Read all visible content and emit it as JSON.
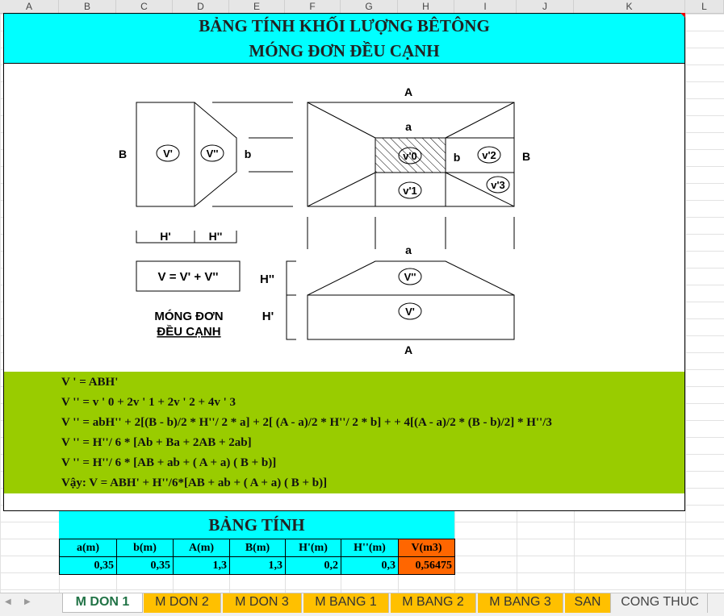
{
  "columns": [
    "A",
    "B",
    "C",
    "D",
    "E",
    "F",
    "G",
    "H",
    "I",
    "J",
    "K",
    "L"
  ],
  "title": {
    "line1": "BẢNG TÍNH KHỐI LƯỢNG BÊTÔNG",
    "line2": "MÓNG ĐƠN ĐỀU CẠNH"
  },
  "diagram": {
    "label_A_top": "A",
    "label_a_top": "a",
    "label_B_left": "B",
    "label_B_right": "B",
    "label_b_left": "b",
    "label_b_mid": "b",
    "label_Vp": "V'",
    "label_Vpp": "V''",
    "label_v0": "v'0",
    "label_v1": "v'1",
    "label_v2": "v'2",
    "label_v3": "v'3",
    "label_Hp": "H'",
    "label_Hpp": "H''",
    "formula_box": "V = V' + V''",
    "label_Hpp_side": "H''",
    "label_Hp_side": "H'",
    "caption_line1": "MÓNG ĐƠN",
    "caption_line2": "ĐỀU CẠNH",
    "label_a_sec": "a",
    "label_Vpp_sec": "V''",
    "label_Vp_sec": "V'",
    "label_A_bottom": "A"
  },
  "formulas": [
    "V ' = ABH'",
    "V '' = v ' 0 + 2v ' 1  + 2v ' 2 + 4v ' 3",
    "V '' = abH'' + 2[(B - b)/2 * H''/ 2 * a]  + 2[ (A - a)/2 * H''/ 2 * b] + + 4[(A - a)/2 * (B - b)/2] * H''/3",
    "V '' =  H''/ 6 * [Ab + Ba + 2AB + 2ab]",
    "V '' =  H''/ 6 * [AB + ab + ( A + a) ( B + b)]",
    "Vậy: V = ABH' + H''/6*[AB + ab + ( A + a) ( B + b)]"
  ],
  "calc_table": {
    "title": "BẢNG TÍNH",
    "headers": [
      "a(m)",
      "b(m)",
      "A(m)",
      "B(m)",
      "H'(m)",
      "H''(m)",
      "V(m3)"
    ],
    "values": [
      "0,35",
      "0,35",
      "1,3",
      "1,3",
      "0,2",
      "0,3",
      "0,56475"
    ]
  },
  "sheet_tabs": [
    "M DON 1",
    "M DON 2",
    "M DON 3",
    "M BANG 1",
    "M BANG 2",
    "M BANG 3",
    "SAN",
    "CONG THUC"
  ],
  "active_tab": "M DON 1",
  "colors": {
    "cyan": "#00ffff",
    "green": "#99cc00",
    "orange": "#ff6600",
    "tab_orange": "#ffc000",
    "excel_green": "#217346"
  }
}
